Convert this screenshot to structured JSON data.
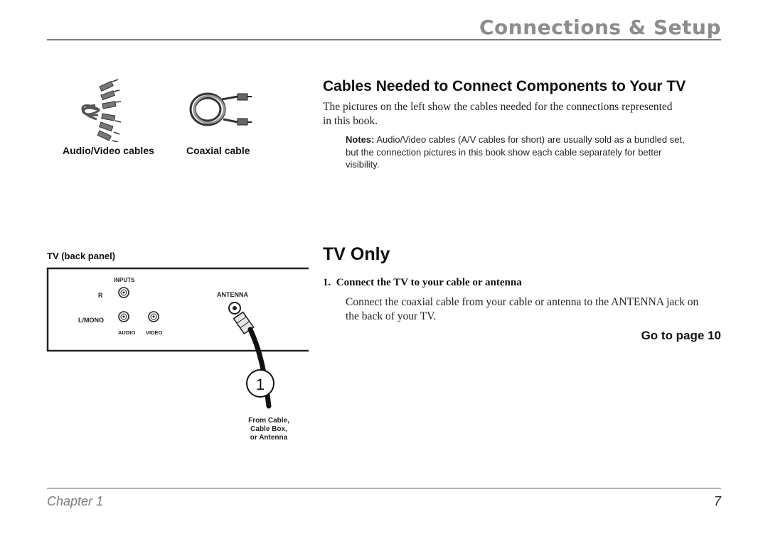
{
  "header": {
    "title": "Connections & Setup"
  },
  "cables": {
    "av_caption": "Audio/Video cables",
    "coax_caption": "Coaxial cable"
  },
  "section_cables": {
    "heading": "Cables Needed to Connect Components to Your TV",
    "body": "The pictures on the left show the cables needed for the connections represented in this book.",
    "notes_label": "Notes:",
    "notes_text": " Audio/Video cables (A/V cables for short) are usually sold as a bundled set, but the connection pictures in this book show each cable separately for better visibility."
  },
  "tv_panel": {
    "caption": "TV (back panel)",
    "inputs_label": "INPUTS",
    "r_label": "R",
    "lmono_label": "L/MONO",
    "audio_label": "AUDIO",
    "video_label": "VIDEO",
    "antenna_label": "ANTENNA",
    "step_number": "1",
    "source_line1": "From Cable,",
    "source_line2": "Cable Box,",
    "source_line3": "or Antenna"
  },
  "section_tv_only": {
    "heading": "TV Only",
    "step_title": "1.  Connect the TV to your cable or antenna",
    "step_body": "Connect the coaxial cable from your cable or antenna to the ANTENNA jack on the back of your TV.",
    "goto": "Go to page 10"
  },
  "footer": {
    "chapter": "Chapter 1",
    "page_number": "7"
  }
}
